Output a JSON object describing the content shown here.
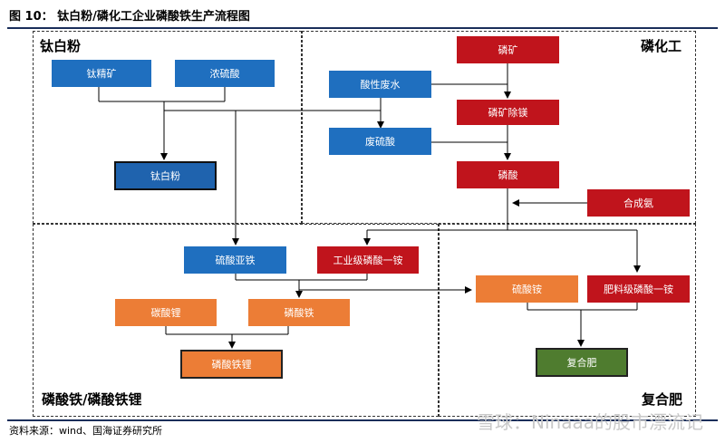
{
  "figure": {
    "title": "图 10： 钛白粉/磷化工企业磷酸铁生产流程图",
    "source": "资料来源：wind、国海证券研究所",
    "watermark": "雪球：Ninaaa的股市漂流记"
  },
  "regions": {
    "titanium": "钛白粉",
    "phosphorus": "磷化工",
    "lfp": "磷酸铁/磷酸铁锂",
    "fertilizer": "复合肥"
  },
  "nodes": {
    "ilmenite": "钛精矿",
    "sulfuric_acid": "浓硫酸",
    "titanium_dioxide": "钛白粉",
    "acidic_wastewater": "酸性废水",
    "waste_sulfuric_acid": "废硫酸",
    "phosphate_rock": "磷矿",
    "phosphate_demag": "磷矿除镁",
    "phosphoric_acid": "磷酸",
    "synthetic_ammonia": "合成氨",
    "ferrous_sulfate": "硫酸亚铁",
    "industrial_map": "工业级磷酸一铵",
    "ammonium_sulfate": "硫酸铵",
    "fertilizer_map": "肥料级磷酸一铵",
    "lithium_carbonate": "碳酸锂",
    "iron_phosphate": "磷酸铁",
    "lfp": "磷酸铁锂",
    "compound_fertilizer": "复合肥"
  },
  "colors": {
    "titanium_nodes": "#1f6fbf",
    "phosphorus_nodes": "#c0141c",
    "lfp_nodes": "#ec7d36",
    "fertilizer_output": "#4f7c2f",
    "rule": "#1a2e5a"
  }
}
